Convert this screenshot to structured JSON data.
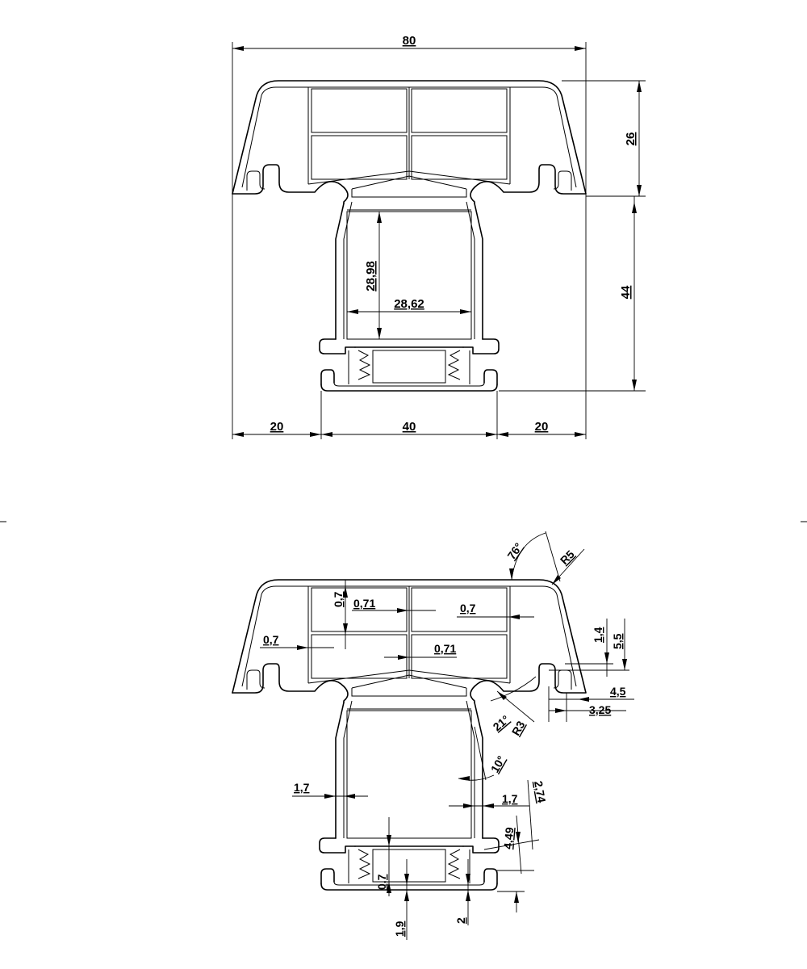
{
  "top_view": {
    "width_overall": "80",
    "height_top": "26",
    "height_bottom": "44",
    "inner_height": "28,98",
    "inner_width": "28,62",
    "left_offset": "20",
    "center_width": "40",
    "right_offset": "20"
  },
  "bottom_view": {
    "angle_top": "76°",
    "radius_corner": "R5",
    "wall_vertical": "0,7",
    "wall_inner_1": "0,71",
    "wall_inner_2": "0,7",
    "wall_left": "0,7",
    "wall_center": "0,71",
    "flange_1": "1,4",
    "flange_2": "5,5",
    "flange_3": "4,5",
    "flange_4": "3,25",
    "angle_groove": "21°",
    "radius_groove": "R3",
    "angle_taper": "10°",
    "wall_side_left": "1,7",
    "wall_side_right": "1,7",
    "lip_1": "2,74",
    "lip_2": "4,49",
    "bottom_wall": "0,7",
    "base_1": "1,9",
    "base_2": "2"
  }
}
